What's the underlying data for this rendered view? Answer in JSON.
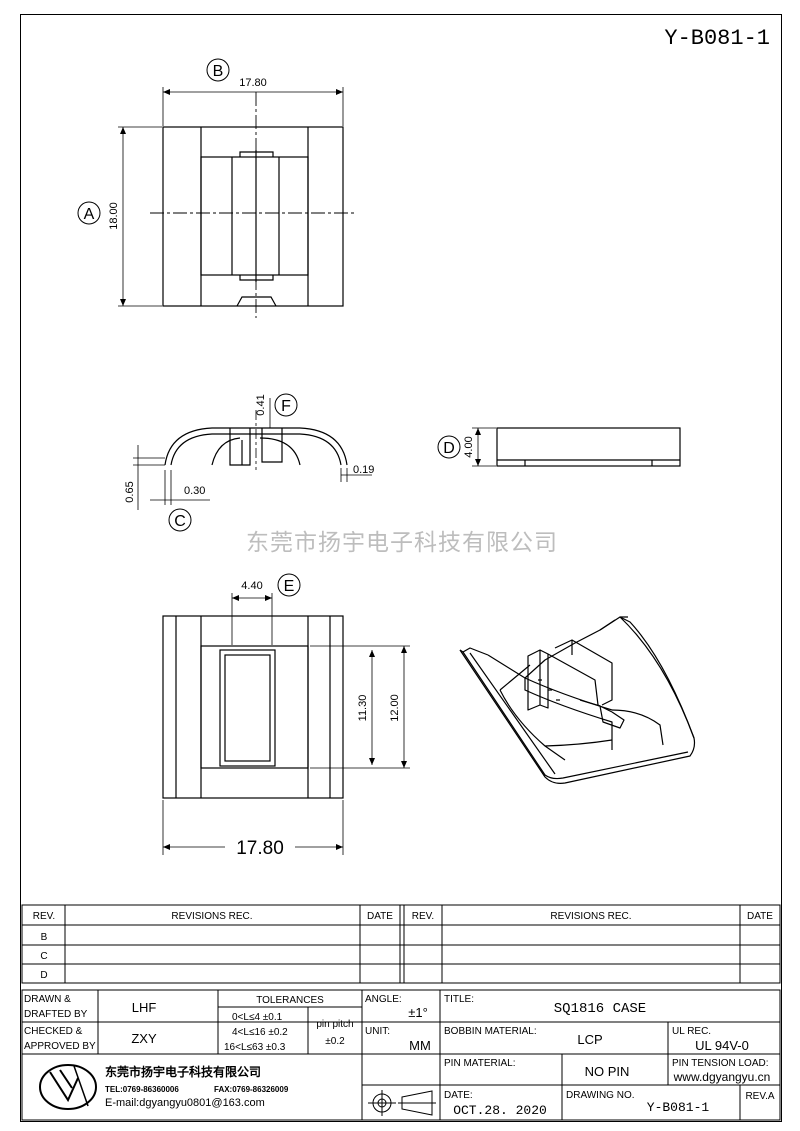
{
  "drawing_code": "Y-B081-1",
  "watermark": "东莞市扬宇电子科技有限公司",
  "watermark_url": "www.dgyangyu.cn",
  "views": {
    "top": {
      "label_b": "B",
      "dim_b": "17.80",
      "label_a": "A",
      "dim_a": "18.00"
    },
    "front": {
      "label_f": "F",
      "dim_f": "0.41",
      "dim_019": "0.19",
      "dim_065": "0.65",
      "dim_030": "0.30",
      "label_c": "C"
    },
    "side": {
      "label_d": "D",
      "dim_d": "4.00"
    },
    "bottom": {
      "dim_e": "4.40",
      "label_e": "E",
      "dim_1130": "11.30",
      "dim_1200": "12.00",
      "dim_1780": "17.80"
    }
  },
  "revisions": {
    "col_rev": "REV.",
    "col_revisions": "REVISIONS  REC.",
    "col_date": "DATE",
    "rows": [
      "B",
      "C",
      "D"
    ]
  },
  "title_block": {
    "drawn_label_1": "DRAWN &",
    "drawn_label_2": "DRAFTED BY",
    "drawn_value": "LHF",
    "checked_label_1": "CHECKED &",
    "checked_label_2": "APPROVED BY",
    "checked_value": "ZXY",
    "tolerances_label": "TOLERANCES",
    "tol_1": "0<L≤4    ±0.1",
    "tol_2": "4<L≤16  ±0.2",
    "tol_3": "16<L≤63  ±0.3",
    "pin_pitch_label": "pin pitch",
    "pin_pitch_value": "±0.2",
    "angle_label": "ANGLE:",
    "angle_value": "±1°",
    "unit_label": "UNIT:",
    "unit_value": "MM",
    "title_label": "TITLE:",
    "title_value": "SQ1816 CASE",
    "bobbin_label": "BOBBIN MATERIAL:",
    "bobbin_value": "LCP",
    "ul_label": "UL REC.",
    "ul_value": "UL 94V-0",
    "pin_material_label": "PIN MATERIAL:",
    "pin_material_value": "NO PIN",
    "pin_tension_label": "PIN TENSION LOAD:",
    "date_label": "DATE:",
    "date_value": "OCT.28. 2020",
    "drawing_no_label": "DRAWING NO.",
    "drawing_no_value": "Y-B081-1",
    "rev_label": "REV.A",
    "company_name": "东莞市扬宇电子科技有限公司",
    "company_tel": "TEL:0769-86360006",
    "company_fax": "FAX:0769-86326009",
    "company_email": "E-mail:dgyangyu0801@163.com"
  }
}
